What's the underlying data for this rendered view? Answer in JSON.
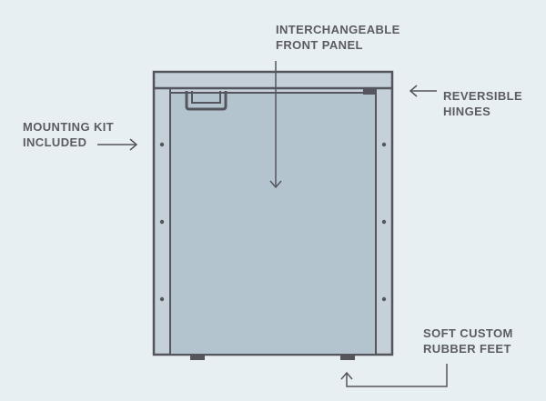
{
  "colors": {
    "background": "#e8eff3",
    "cabinet_fill": "#c5d0d8",
    "panel_fill": "#b3c4cf",
    "outline": "#55555d",
    "text": "#5b5b63"
  },
  "callouts": {
    "front_panel": {
      "line1": "INTERCHANGEABLE",
      "line2": "FRONT PANEL"
    },
    "hinges": {
      "line1": "REVERSIBLE",
      "line2": "HINGES"
    },
    "mounting_kit": {
      "line1": "MOUNTING KIT",
      "line2": "INCLUDED"
    },
    "feet": {
      "line1": "SOFT CUSTOM",
      "line2": "RUBBER FEET"
    }
  },
  "icons": {
    "handle": "door-handle-icon",
    "hinge": "hinge-icon",
    "screw": "screw-icon",
    "foot": "rubber-foot-icon"
  }
}
